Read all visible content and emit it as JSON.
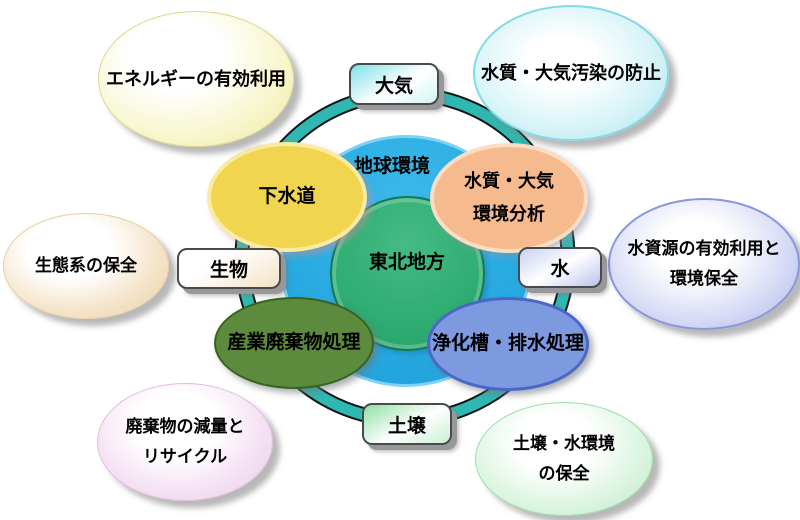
{
  "center": {
    "global_env_label": "地球環境",
    "region_label": "東北地方"
  },
  "domains": {
    "air": "大気",
    "water": "水",
    "soil": "土壌",
    "biology": "生物"
  },
  "services": {
    "sewerage": {
      "line1": "下水道"
    },
    "analysis": {
      "line1": "水質・大気",
      "line2": "環境分析"
    },
    "industrial_waste": {
      "line1": "産業廃棄物処理"
    },
    "septic": {
      "line1": "浄化槽・排水処理"
    }
  },
  "goals": {
    "energy": {
      "line1": "エネルギーの有効利用"
    },
    "pollution_prevention": {
      "line1": "水質・大気汚染の防止"
    },
    "water_resources": {
      "line1": "水資源の有効利用と",
      "line2": "環境保全"
    },
    "soil_water_env": {
      "line1": "土壌・水環境",
      "line2": "の保全"
    },
    "waste_reduction": {
      "line1": "廃棄物の減量と",
      "line2": "リサイクル"
    },
    "ecosystem": {
      "line1": "生態系の保全"
    }
  },
  "colors": {
    "ring_teal": "#2fb8b1",
    "center_blue": "#29abe2",
    "center_green": "#2fad72",
    "sewerage_yellow": "#f1d54f",
    "analysis_orange": "#f5ba8e",
    "industrial_green": "#5c8b3d",
    "septic_blue": "#7d99e0"
  }
}
